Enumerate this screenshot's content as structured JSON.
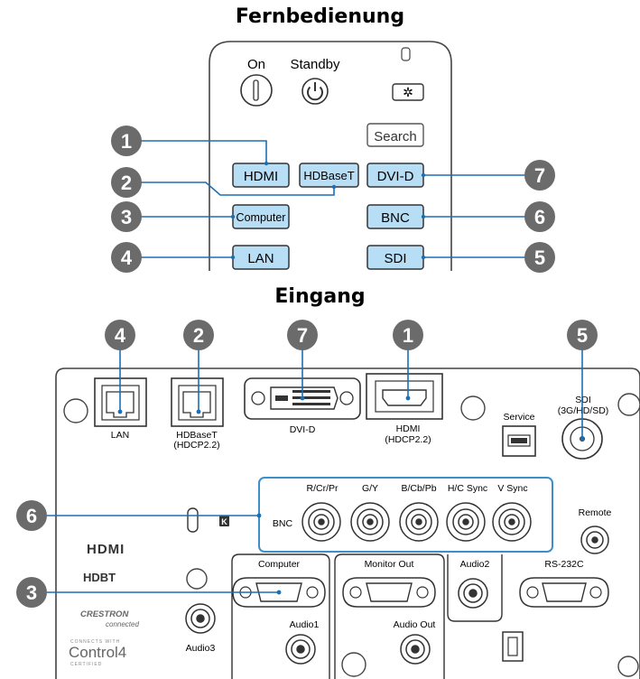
{
  "headings": {
    "remote": "Fernbedienung",
    "input": "Eingang"
  },
  "remote": {
    "on_label": "On",
    "standby_label": "Standby",
    "search_label": "Search",
    "buttons": {
      "hdmi": "HDMI",
      "hdbaset": "HDBaseT",
      "dvid": "DVI-D",
      "computer": "Computer",
      "bnc": "BNC",
      "lan": "LAN",
      "sdi": "SDI"
    }
  },
  "callouts": {
    "n1": "1",
    "n2": "2",
    "n3": "3",
    "n4": "4",
    "n5": "5",
    "n6": "6",
    "n7": "7"
  },
  "ports": {
    "lan": "LAN",
    "hdbaset": "HDBaseT",
    "hdbaset_sub": "(HDCP2.2)",
    "dvid": "DVI-D",
    "hdmi": "HDMI",
    "hdmi_sub": "(HDCP2.2)",
    "service": "Service",
    "sdi": "SDI",
    "sdi_sub": "(3G/HD/SD)",
    "bnc": "BNC",
    "bnc_rcrpr": "R/Cr/Pr",
    "bnc_gy": "G/Y",
    "bnc_bcbpb": "B/Cb/Pb",
    "bnc_hcsync": "H/C Sync",
    "bnc_vsync": "V Sync",
    "remote": "Remote",
    "computer": "Computer",
    "monitor_out": "Monitor Out",
    "audio1": "Audio1",
    "audio2": "Audio2",
    "audio3": "Audio3",
    "audio_out": "Audio Out",
    "rs232c": "RS-232C"
  },
  "logos": {
    "hdmi": "HDMI",
    "hdbt": "HDBT",
    "crestron": "CRESTRON",
    "crestron_sub": "connected",
    "control4_top": "CONNECTS WITH",
    "control4": "Control4",
    "control4_bottom": "CERTIFIED"
  },
  "colors": {
    "button_blue": "#b8def6",
    "callout_gray": "#6b6b6b",
    "line_blue": "#1b6fb5",
    "frame_blue": "#3d8fcc"
  }
}
